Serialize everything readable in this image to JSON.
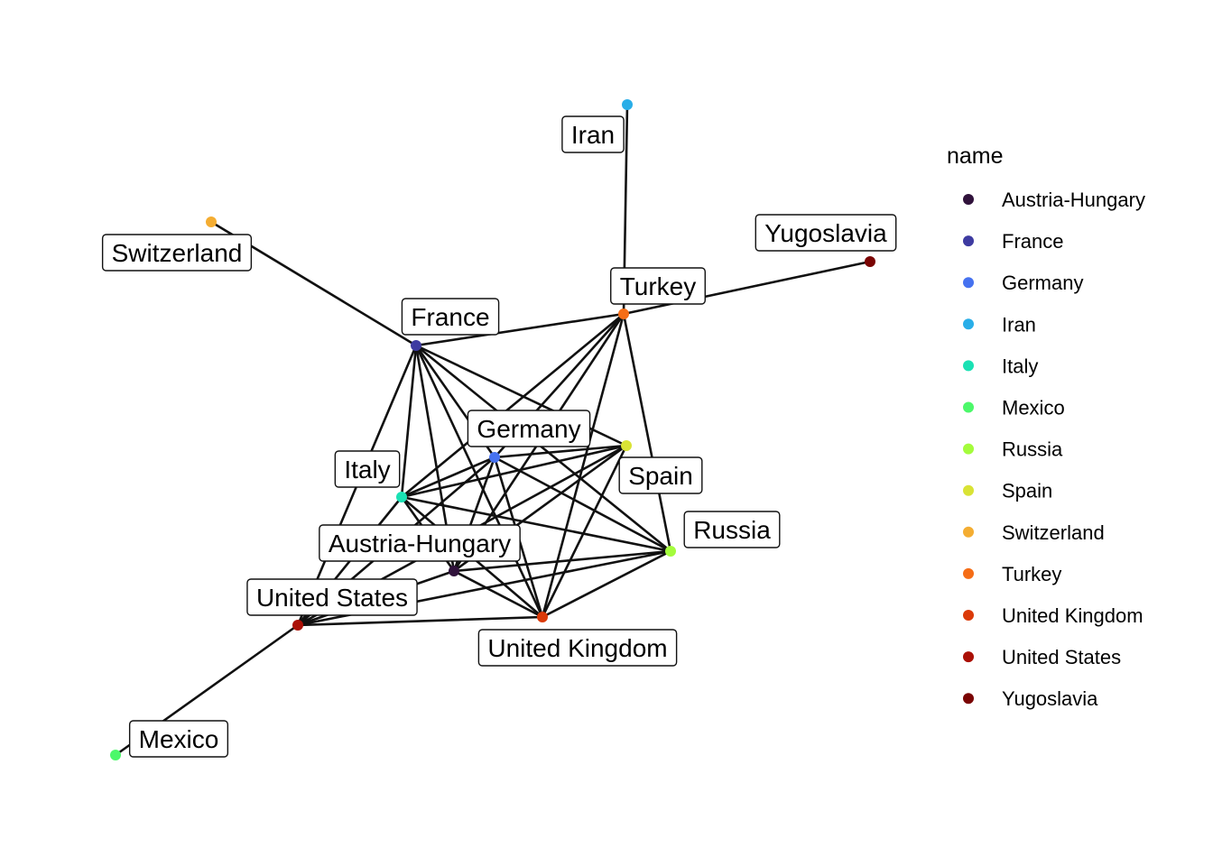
{
  "chart_data": {
    "type": "network",
    "legend": {
      "title": "name",
      "placement": "right"
    },
    "nodes": [
      {
        "id": "austria_hungary",
        "name": "Austria-Hungary",
        "color": "#30123b"
      },
      {
        "id": "france",
        "name": "France",
        "color": "#3e3ba1"
      },
      {
        "id": "germany",
        "name": "Germany",
        "color": "#4672f0"
      },
      {
        "id": "iran",
        "name": "Iran",
        "color": "#29aee8"
      },
      {
        "id": "italy",
        "name": "Italy",
        "color": "#1ae1b4"
      },
      {
        "id": "mexico",
        "name": "Mexico",
        "color": "#4cf86a"
      },
      {
        "id": "russia",
        "name": "Russia",
        "color": "#a4fc3c"
      },
      {
        "id": "spain",
        "name": "Spain",
        "color": "#d9e335"
      },
      {
        "id": "switzerland",
        "name": "Switzerland",
        "color": "#f4ad32"
      },
      {
        "id": "turkey",
        "name": "Turkey",
        "color": "#f56d16"
      },
      {
        "id": "united_kingdom",
        "name": "United Kingdom",
        "color": "#db3a09"
      },
      {
        "id": "united_states",
        "name": "United States",
        "color": "#aa1006"
      },
      {
        "id": "yugoslavia",
        "name": "Yugoslavia",
        "color": "#7a0403"
      }
    ],
    "edges": [
      [
        "iran",
        "turkey"
      ],
      [
        "switzerland",
        "france"
      ],
      [
        "france",
        "turkey"
      ],
      [
        "turkey",
        "yugoslavia"
      ],
      [
        "united_states",
        "mexico"
      ],
      [
        "france",
        "germany"
      ],
      [
        "france",
        "spain"
      ],
      [
        "france",
        "italy"
      ],
      [
        "france",
        "russia"
      ],
      [
        "france",
        "austria_hungary"
      ],
      [
        "france",
        "united_kingdom"
      ],
      [
        "france",
        "united_states"
      ],
      [
        "turkey",
        "germany"
      ],
      [
        "turkey",
        "italy"
      ],
      [
        "turkey",
        "russia"
      ],
      [
        "turkey",
        "austria_hungary"
      ],
      [
        "turkey",
        "united_kingdom"
      ],
      [
        "germany",
        "spain"
      ],
      [
        "germany",
        "italy"
      ],
      [
        "germany",
        "russia"
      ],
      [
        "germany",
        "austria_hungary"
      ],
      [
        "germany",
        "united_kingdom"
      ],
      [
        "germany",
        "united_states"
      ],
      [
        "spain",
        "italy"
      ],
      [
        "spain",
        "austria_hungary"
      ],
      [
        "spain",
        "united_kingdom"
      ],
      [
        "spain",
        "united_states"
      ],
      [
        "italy",
        "russia"
      ],
      [
        "italy",
        "austria_hungary"
      ],
      [
        "italy",
        "united_kingdom"
      ],
      [
        "italy",
        "united_states"
      ],
      [
        "russia",
        "austria_hungary"
      ],
      [
        "russia",
        "united_kingdom"
      ],
      [
        "russia",
        "united_states"
      ],
      [
        "austria_hungary",
        "united_kingdom"
      ],
      [
        "austria_hungary",
        "united_states"
      ],
      [
        "united_kingdom",
        "united_states"
      ]
    ]
  }
}
